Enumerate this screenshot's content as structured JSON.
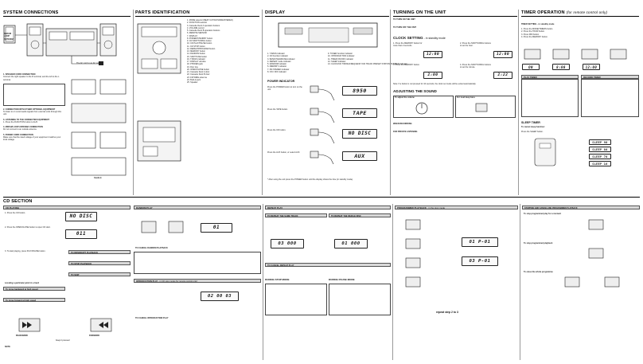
{
  "sections": {
    "system_connections": "SYSTEM CONNECTIONS",
    "parts_identification": "PARTS IDENTIFICATION",
    "display": "DISPLAY",
    "turning_on": "TURNING ON THE UNIT",
    "timer_operation": "TIMER OPERATION",
    "timer_operation_note": "(for remote control only)",
    "cd_section": "CD SECTION"
  },
  "connections": {
    "antenna_label": "MW/AM LOOP ANTENNA",
    "ac_note": "The AC cord to an AC outlet",
    "items": [
      {
        "title": "1. SPEAKER CORD CONNECTION",
        "text": "Connect the right speaker to the R terminal, and the left to the L terminal."
      },
      {
        "title": "2. CONNECTION WITH OTHER OPTIONAL EQUIPMENT",
        "text": "To listen to or record audio signals from external units through this unit."
      },
      {
        "title": "3. LISTENING TO THE CONNECTED EQUIPMENT",
        "text": "1. Press the FUNCTION button to AUX."
      },
      {
        "title": "4. MW/AM LOOP ANTENNA CONNECTION",
        "text": "Do not connect to an outside antenna."
      },
      {
        "title": "5. POWER CORD CONNECTION",
        "text": "Make sure that the rated voltage of your equipment matches your local voltage."
      }
    ],
    "caution": "Caution:"
  },
  "parts": {
    "items": [
      "1. MODE selector (BEAT CUT/FM MODE/STEREO)",
      "2. FUNCTION selector",
      "3. Cassette Deck A operation buttons",
      "4. VOLUME control",
      "5. Cassette Deck B operation buttons",
      "6. REMOTE SENSOR",
      "7. DISPLAY",
      "8. POWER/STANDBY button",
      "9. CD SKIP/TUNING button",
      "10. CD PLAY/PAUSE button",
      "11. CD STOP button",
      "12. REPEAT/PROGRAM button",
      "13. MEMORY button",
      "14. RANDOM button",
      "15. SKIP/TUNE button",
      "16. T.BASS indicator",
      "17. DISPLAY window",
      "18. PHONES jack",
      "19. Disc tray",
      "20. OPEN/CLOSE button",
      "21. Cassette Deck A door",
      "22. Cassette Deck B door",
      "23. FM WIRE antenna",
      "24. Built-in jack",
      "25. Speaker"
    ]
  },
  "display": {
    "indicators": [
      "1. T-BASS indicator",
      "2. CD function indicator",
      "3. BAND PARAMUNE indicator",
      "4. REPEAT mode indicator",
      "5. RANDOM indicator",
      "6. MEMORY indicator",
      "7. FM STEREO indicator",
      "8. ON / OFF indicator"
    ],
    "indicators_right": [
      "9. TUNER function indicator",
      "10. INTRODUCTION indicator",
      "11. TIMER ON/OFF indicator",
      "12. SLEEP indicator",
      "13. CLOCK/CD TIMING/FREQUENCY/CD TRACK PRESET STATION NUMBER indicator"
    ],
    "power_indicator": "POWER INDICATOR",
    "steps": [
      {
        "label": "Press the POWER button to turn on the unit.",
        "lcd": "8950"
      },
      {
        "label": "Press the TAPE button.",
        "lcd": "TAPE"
      },
      {
        "label": "Press the CD button.",
        "lcd": "NO DISC"
      },
      {
        "label": "Press the AUX button, or select AUX.",
        "lcd": "AUX"
      }
    ],
    "footnote": "* After using the unit press the POWER button until the display shows the time (in standby mode)."
  },
  "turning_on": {
    "to_turn_on": "TO TURN ON THE UNIT",
    "to_turn_off": "TO TURN OFF THE UNIT",
    "clock_setting": "CLOCK SETTING",
    "clock_mode": "- in standby mode",
    "clock_steps": [
      "1. Press the MEMORY button for more than 2 seconds.",
      "2. Press the SKIP/TUNING buttons to set the hour.",
      "3. Press the MEMORY button.",
      "4. Press the SKIP/TUNING buttons to set the minute."
    ],
    "lcd_a": "12:00",
    "lcd_b": "12:00",
    "lcd_c": "2:00",
    "lcd_d": "2:22",
    "adjusting_sound": "ADJUSTING THE SOUND",
    "adjust_volume": "To adjust the volume",
    "for_bass": "For loud deep bass",
    "when_recording": "WHEN RECORDING",
    "for_private": "FOR PRIVATE LISTENING",
    "note": "Note: If a button is not pressed for 10 seconds, the clock set mode will be exited automatically."
  },
  "timer": {
    "setting_line": "TIMER SETTING - in standby mode",
    "steps": [
      "1. Press the MODE/TIMERS button.",
      "2. Press the HOUR button.",
      "3. Press MIN button.",
      "4. Press the MEMORY button."
    ],
    "lcd_on": "ON",
    "lcd_time1": "8:00",
    "lcd_time2": "12:00",
    "play_timer": "PLAY TIMER",
    "record_timer": "RECORD TIMER",
    "sleep_timer": "SLEEP TIMER",
    "cancel_sleep": "To cancel sleep function:",
    "press_sleep": "Press the SLEEP button.",
    "sleep_seq": [
      "SLEEP 90",
      "SLEEP 80",
      "SLEEP 70",
      "SLEEP 10"
    ]
  },
  "cd": {
    "cd_playing": "CD PLAYING",
    "lcd_nodisc": "NO DISC",
    "lcd_t011": "011",
    "steps": [
      "1. Press the CD button.",
      "2. Press the OPEN/CLOSE button to open CD door.",
      "3. To start playing, press PLAY/PAUSE button."
    ],
    "to_interrupt": "TO INTERRUPT PLAYBACK",
    "to_stop": "TO STOP PLAYBACK",
    "to_skip": "TO SKIP",
    "locating": "Locating a particular point in a track",
    "to_move_bwd": "To move backward at high speed",
    "to_move_fwd": "To move forward at high speed",
    "backward": "BACKWARD",
    "forward": "FORWARD",
    "keep_pressed": "Keep it pressed",
    "note": "NOTE",
    "random_play": "RANDOM PLAY",
    "lcd_random": "01",
    "cancel_random": "TO CANCEL RANDOM PLAYBACK",
    "intro_play": "INTRODUCTION PLAY",
    "intro_mode": "- in CD stop mode (for remote control only)",
    "lcd_intro": "02 00 03",
    "cancel_intro": "TO CANCEL INTRODUCTION PLAY",
    "repeat_play": "REPEAT PLAY",
    "repeat_same": "TO REPEAT THE SAME TRACK",
    "repeat_disc": "TO REPEAT THE WHOLE DISC",
    "lcd_rep1": "03 000",
    "lcd_rep2": "01 000",
    "cancel_repeat": "TO CANCEL REPEAT PLAY",
    "during_stop": "DURING STOP MODE",
    "during_pause": "DURING PAUSE MODE",
    "programmed": "PROGRAMMED PLAYBACK",
    "programmed_mode": "- in the stop mode",
    "lcd_p1": "01 P-01",
    "lcd_p2": "03 P-01",
    "repeat_steps": "repeat step 2 to 3",
    "stopping": "STOPPING AND CANCELLING PROGRAMMED PLAYBACK",
    "to_stop_prog": "To stop programmed play for a moment",
    "to_stop_prog2": "To stop programmed playback",
    "to_erase": "To erase the whole programme"
  }
}
